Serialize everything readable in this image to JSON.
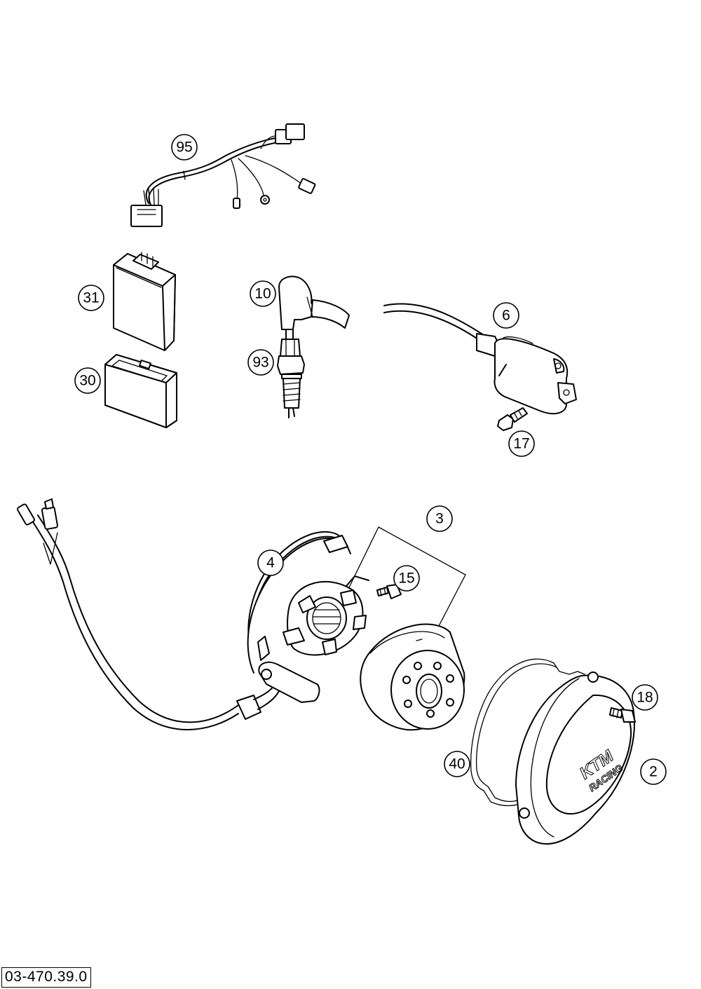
{
  "callouts": {
    "c95": "95",
    "c31": "31",
    "c30": "30",
    "c10": "10",
    "c93": "93",
    "c6": "6",
    "c17": "17",
    "c3": "3",
    "c15": "15",
    "c4": "4",
    "c18": "18",
    "c40": "40",
    "c2": "2"
  },
  "drawing_number": "03-470.39.0"
}
